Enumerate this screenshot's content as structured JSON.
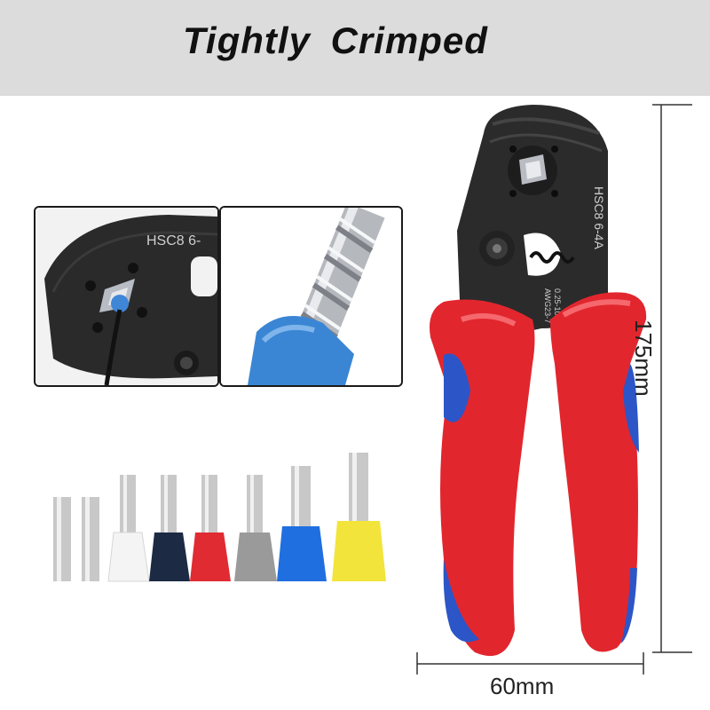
{
  "banner": {
    "title": "Tightly  Crimped"
  },
  "tool": {
    "model_text": "HSC8 6-4A",
    "spec_text_1": "0.25-10mm²",
    "spec_text_2": "AWG23-7"
  },
  "inset_left": {
    "model_text": "HSC8 6-"
  },
  "dimensions": {
    "height": "175mm",
    "width": "60mm"
  },
  "colors": {
    "handle_red": "#e2262e",
    "handle_blue": "#2c55c7",
    "tool_metal": "#2b2b2b",
    "banner_bg": "#dcdcdc"
  },
  "ferrules": [
    {
      "color": "bare",
      "hex": "#c8c8c8"
    },
    {
      "color": "bare",
      "hex": "#c8c8c8"
    },
    {
      "color": "white",
      "hex": "#f4f4f4"
    },
    {
      "color": "navy",
      "hex": "#1c2a44"
    },
    {
      "color": "red",
      "hex": "#e02b33"
    },
    {
      "color": "grey",
      "hex": "#9a9a9a"
    },
    {
      "color": "blue",
      "hex": "#1f6fe0"
    },
    {
      "color": "yellow",
      "hex": "#f2e43a"
    }
  ]
}
